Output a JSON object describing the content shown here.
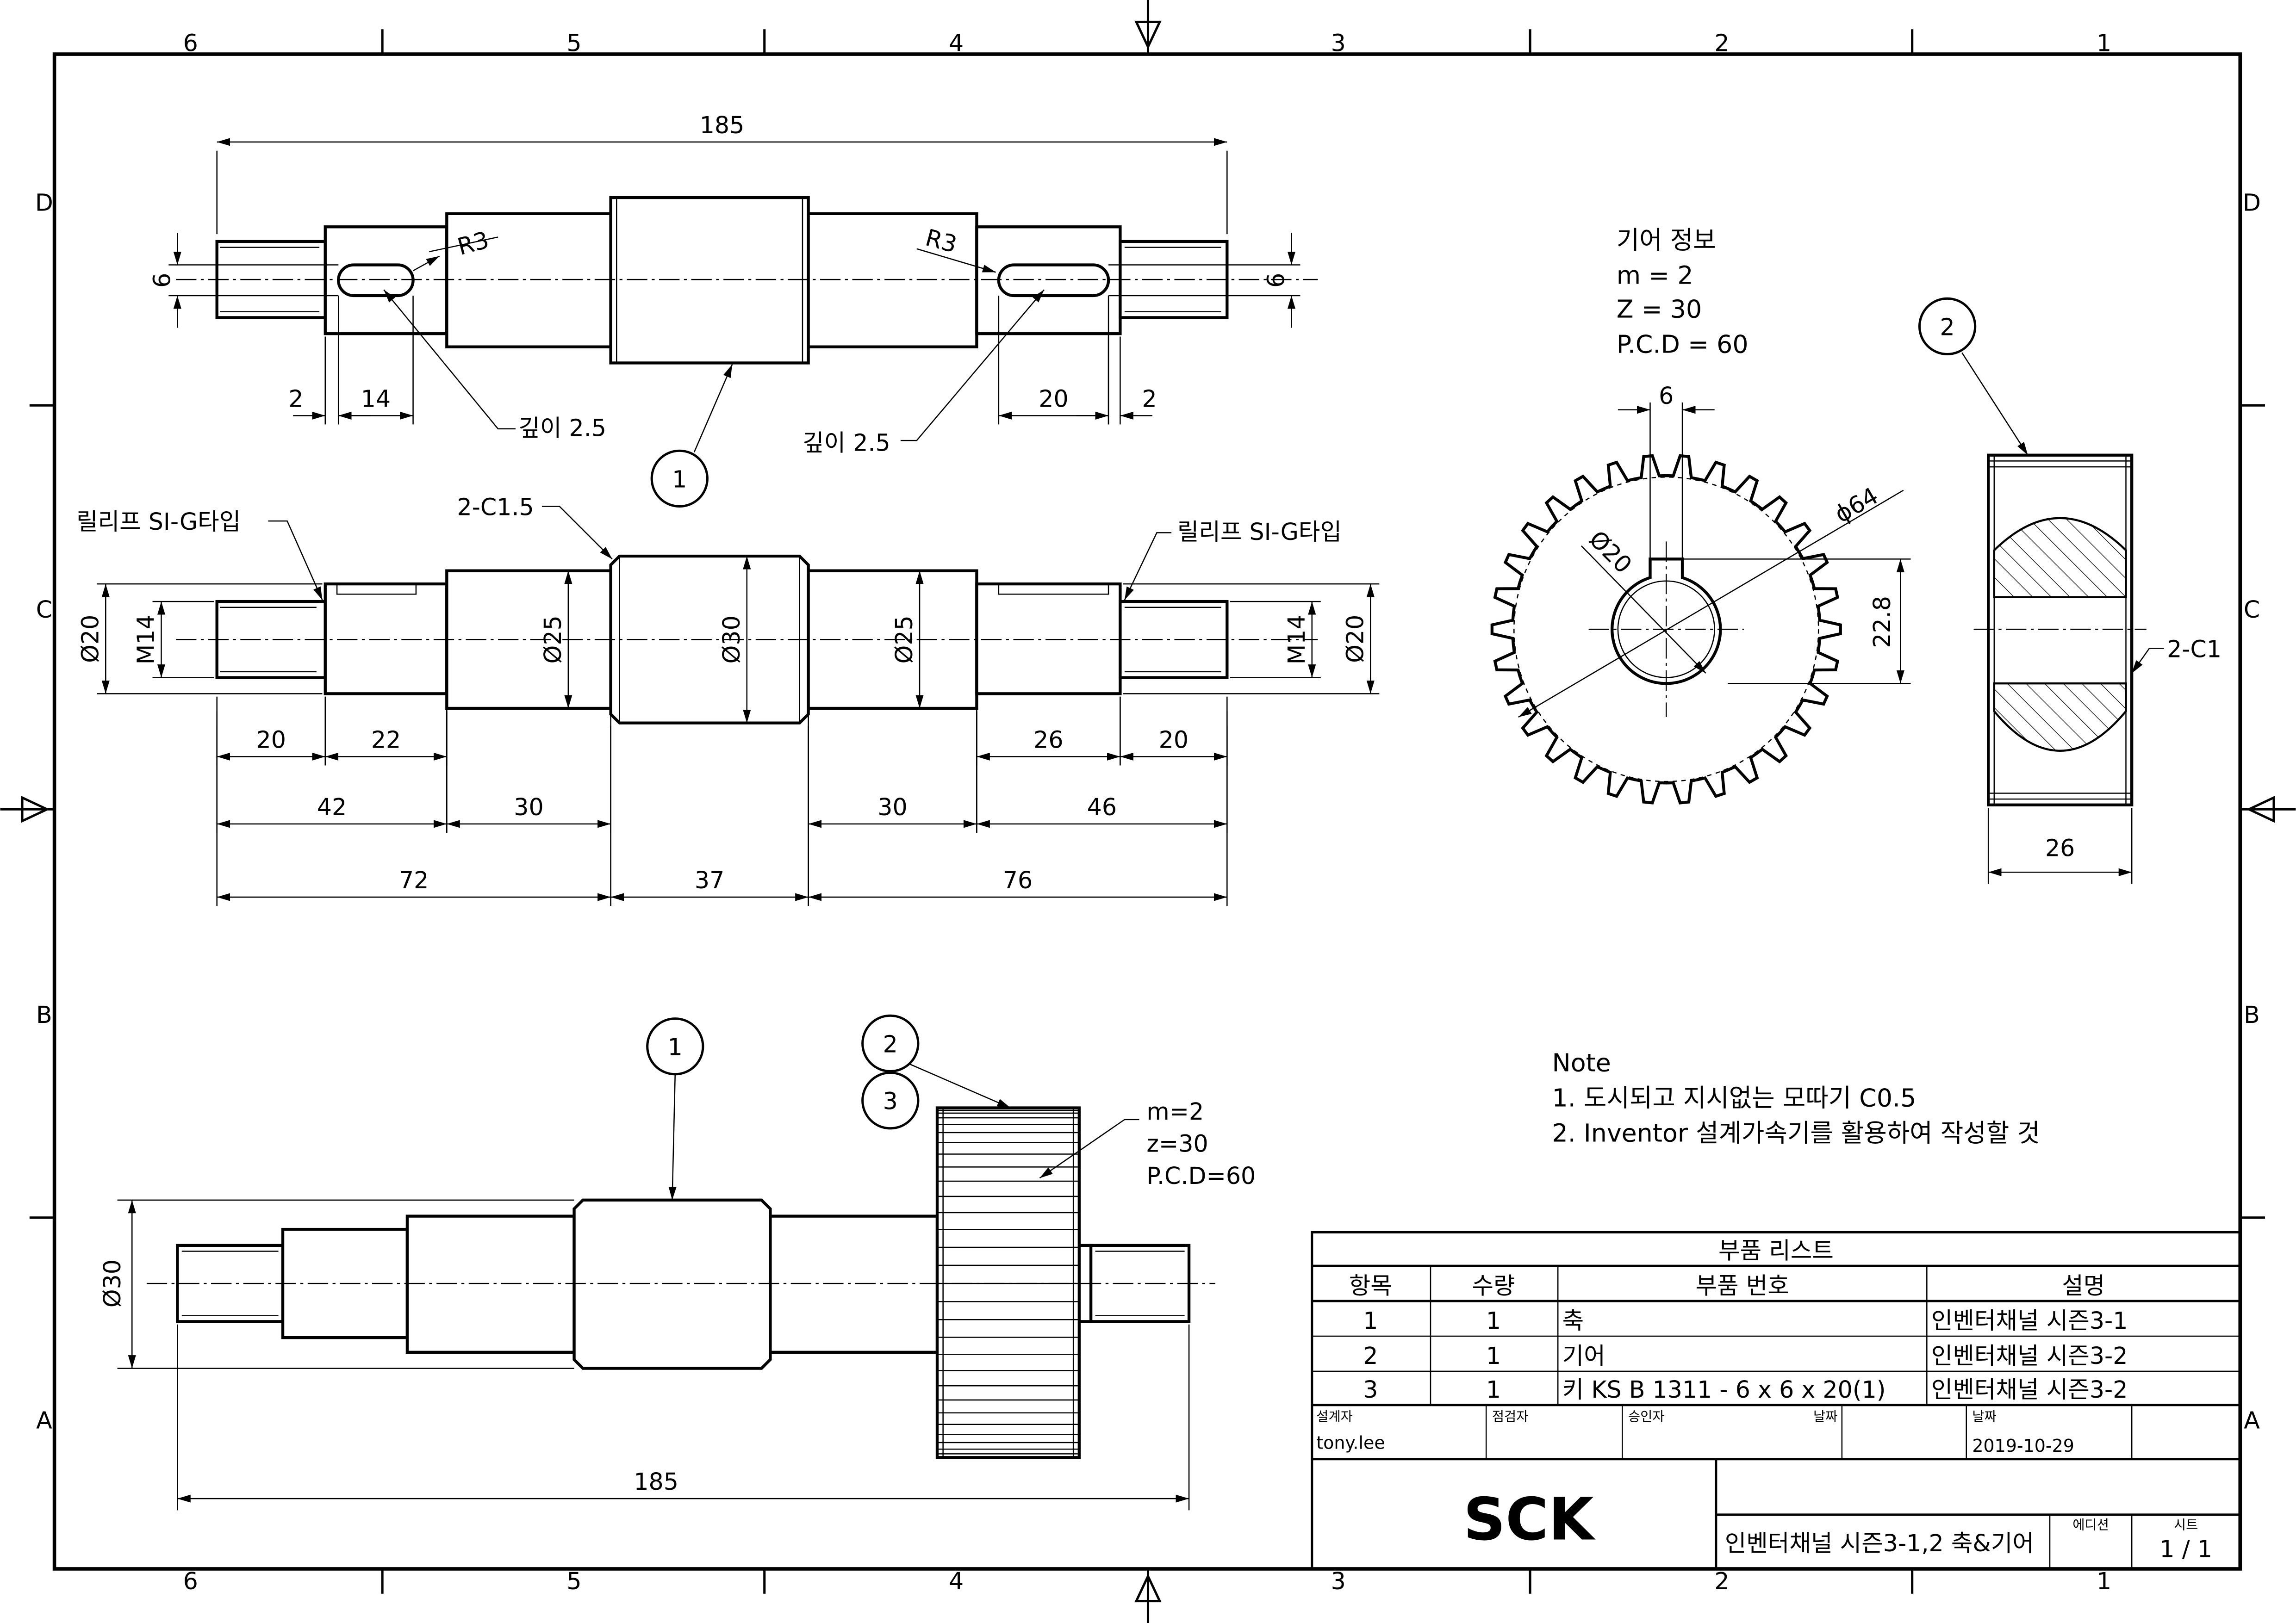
{
  "border": {
    "zone_columns": [
      "6",
      "5",
      "4",
      "3",
      "2",
      "1"
    ],
    "zone_rows": [
      "D",
      "C",
      "B",
      "A"
    ]
  },
  "shaft_top_view": {
    "overall": "185",
    "key_width_left": "6",
    "key_width_right": "6",
    "dim_2_left": "2",
    "dim_14": "14",
    "dim_20": "20",
    "dim_2_right": "2",
    "radius_left": "R3",
    "radius_right": "R3",
    "depth_left": "깊이 2.5",
    "depth_right": "깊이 2.5",
    "balloon": "1"
  },
  "shaft_front_view": {
    "relief_left": "릴리프 SI-G타입",
    "relief_right": "릴리프 SI-G타입",
    "chamfer": "2-C1.5",
    "dia": {
      "d20_left": "Ø20",
      "m14_left": "M14",
      "d25_left": "Ø25",
      "d30": "Ø30",
      "d25_right": "Ø25",
      "m14_right": "M14",
      "d20_right": "Ø20"
    },
    "row1": [
      "20",
      "22",
      "26",
      "20"
    ],
    "row2": [
      "42",
      "30",
      "30",
      "46"
    ],
    "row3": [
      "72",
      "37",
      "76"
    ]
  },
  "gear_info": {
    "title": "기어 정보",
    "module": "m = 2",
    "teeth": "Z = 30",
    "pcd": "P.C.D = 60"
  },
  "gear_front": {
    "key_width": "6",
    "outer_dia": "ϕ64",
    "bore_dia": "Ø20",
    "key_depth": "22.8"
  },
  "gear_side": {
    "balloon": "2",
    "chamfer": "2-C1",
    "width": "26"
  },
  "assembly": {
    "balloons": [
      "1",
      "2",
      "3"
    ],
    "spec": [
      "m=2",
      "z=30",
      "P.C.D=60"
    ],
    "dia": "Ø30",
    "length": "185"
  },
  "note": {
    "title": "Note",
    "lines": [
      "1. 도시되고 지시없는 모따기 C0.5",
      "2. Inventor 설계가속기를 활용하여 작성할 것"
    ]
  },
  "parts_list": {
    "title": "부품 리스트",
    "headers": [
      "항목",
      "수량",
      "부품 번호",
      "설명"
    ],
    "rows": [
      [
        "1",
        "1",
        "축",
        "인벤터채널 시즌3-1"
      ],
      [
        "2",
        "1",
        "기어",
        "인벤터채널 시즌3-2"
      ],
      [
        "3",
        "1",
        "키 KS B 1311 - 6 x 6 x 20(1)",
        "인벤터채널 시즌3-2"
      ]
    ]
  },
  "title_block": {
    "designer_label": "설계자",
    "designer": "tony.lee",
    "checker_label": "점검자",
    "approver_label": "승인자",
    "date_label_1": "날짜",
    "date_label_2": "날짜",
    "date": "2019-10-29",
    "logo": "SCK",
    "drawing_title": "인벤터채널 시즌3-1,2 축&기어",
    "edition_label": "에디션",
    "sheet_label": "시트",
    "sheet": "1 / 1"
  }
}
